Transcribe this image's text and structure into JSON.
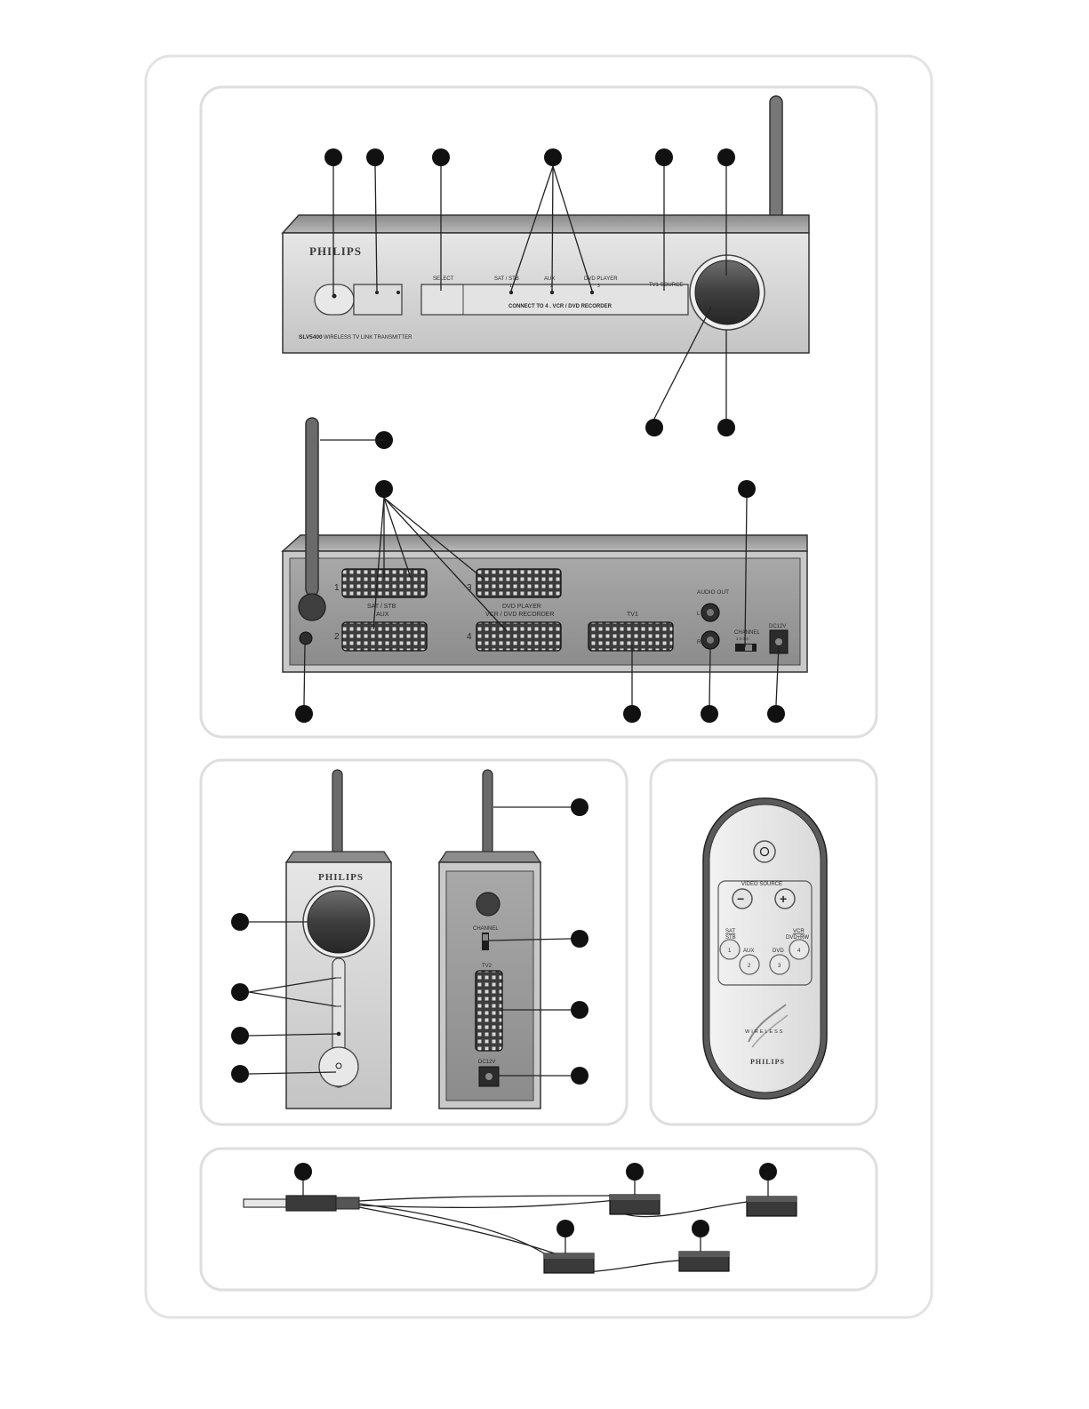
{
  "transmitter_front": {
    "brand": "PHILIPS",
    "select_label": "SELECT",
    "source_1": "SAT / STB",
    "source_1_num": "1",
    "source_2": "AUX",
    "source_2_num": "2",
    "source_3": "DVD PLAYER",
    "source_3_num": "3",
    "connect_label": "CONNECT TO 4 . VCR / DVD RECORDER",
    "tv1_source_label": "TV1 SOURCE",
    "model_name": "SLV5400",
    "model_desc": "WIRELESS TV LINK TRANSMITTER"
  },
  "transmitter_back": {
    "port_1_num": "1",
    "port_2_num": "2",
    "port_3_num": "3",
    "port_4_num": "4",
    "sat_stb_label": "SAT / STB",
    "aux_label": "AUX",
    "dvd_player_label": "DVD PLAYER",
    "vcr_dvd_rec_label": "VCR / DVD RECORDER",
    "tv1_label": "TV1",
    "audio_out_label": "AUDIO OUT",
    "audio_l": "L",
    "audio_r": "R",
    "channel_label": "CHANNEL",
    "channel_nums": "1  2  3  4",
    "dc_label": "DC12V"
  },
  "receiver": {
    "brand": "PHILIPS",
    "channel_label": "CHANNEL",
    "tv2_label": "TV2",
    "dc_label": "DC12V"
  },
  "remote": {
    "video_source_label": "VIDEO SOURCE",
    "minus": "−",
    "plus": "+",
    "sat_label": "SAT",
    "stb_label": "STB",
    "vcr_label": "VCR",
    "dvdrw_label": "DVD+RW",
    "aux_label": "AUX",
    "dvd_label": "DVD",
    "btn_1": "1",
    "btn_2": "2",
    "btn_3": "3",
    "btn_4": "4",
    "wireless_label": "WIRELESS",
    "brand": "PHILIPS"
  },
  "colors": {
    "panel_border": "#dcdcdc",
    "device_body": "#d9d9d9",
    "device_dark": "#555555",
    "callout": "#111111"
  }
}
